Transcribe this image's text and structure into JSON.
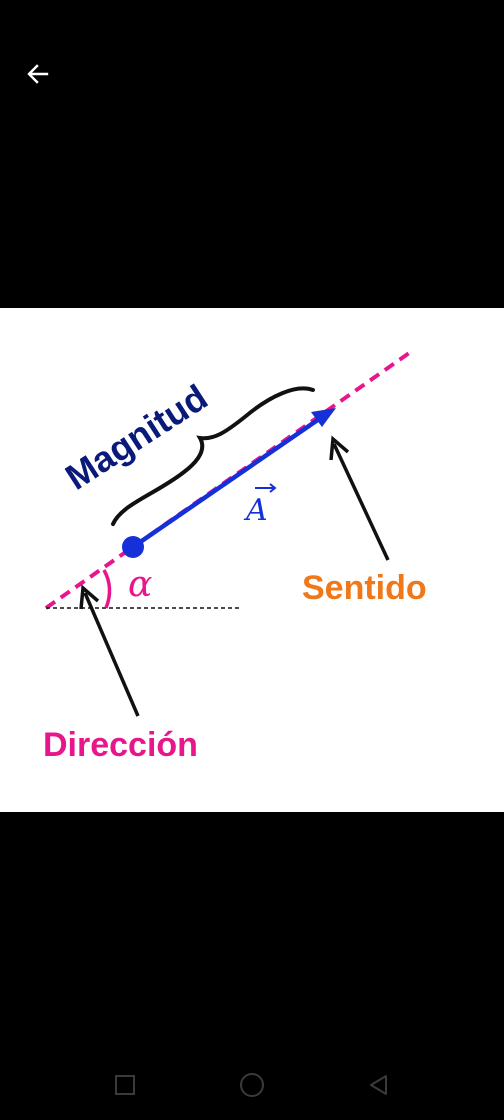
{
  "toolbar": {
    "back_icon": "arrow-left-icon"
  },
  "figure": {
    "magnitude_label": "Magnitud",
    "vector_label": "A",
    "angle_label": "α",
    "sense_label": "Sentido",
    "direction_label": "Dirección",
    "colors": {
      "magnitude": "#0a1a7a",
      "vector": "#1530d8",
      "direction": "#e8168c",
      "sense": "#f07818",
      "brace": "#111111",
      "arrows": "#111111"
    }
  },
  "navigation": {
    "recents_icon": "square-icon",
    "home_icon": "circle-icon",
    "back_icon": "triangle-back-icon"
  }
}
